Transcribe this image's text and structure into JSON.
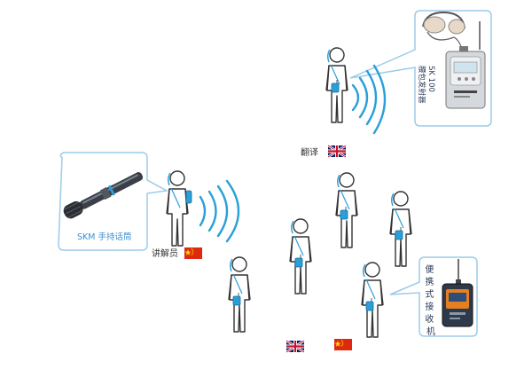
{
  "labels": {
    "speaker": "讲解员",
    "translator": "翻译",
    "mic_caption": "SKM 手持话筒",
    "sk100_caption": "SK 100",
    "sk100_sub": "腰包发射器",
    "receiver_caption": "便携式接收机"
  },
  "colors": {
    "accent": "#2a9fd8",
    "callout_border": "#9ccbe8",
    "wave": "#2a9fd8",
    "china_red": "#de2910",
    "china_star": "#ffde00",
    "uk_blue": "#012169",
    "uk_red": "#c8102e"
  },
  "icons": [
    "china-flag-icon",
    "uk-flag-icon",
    "microphone-icon",
    "bodypack-transmitter-icon",
    "pocket-receiver-icon",
    "headset-icon"
  ]
}
